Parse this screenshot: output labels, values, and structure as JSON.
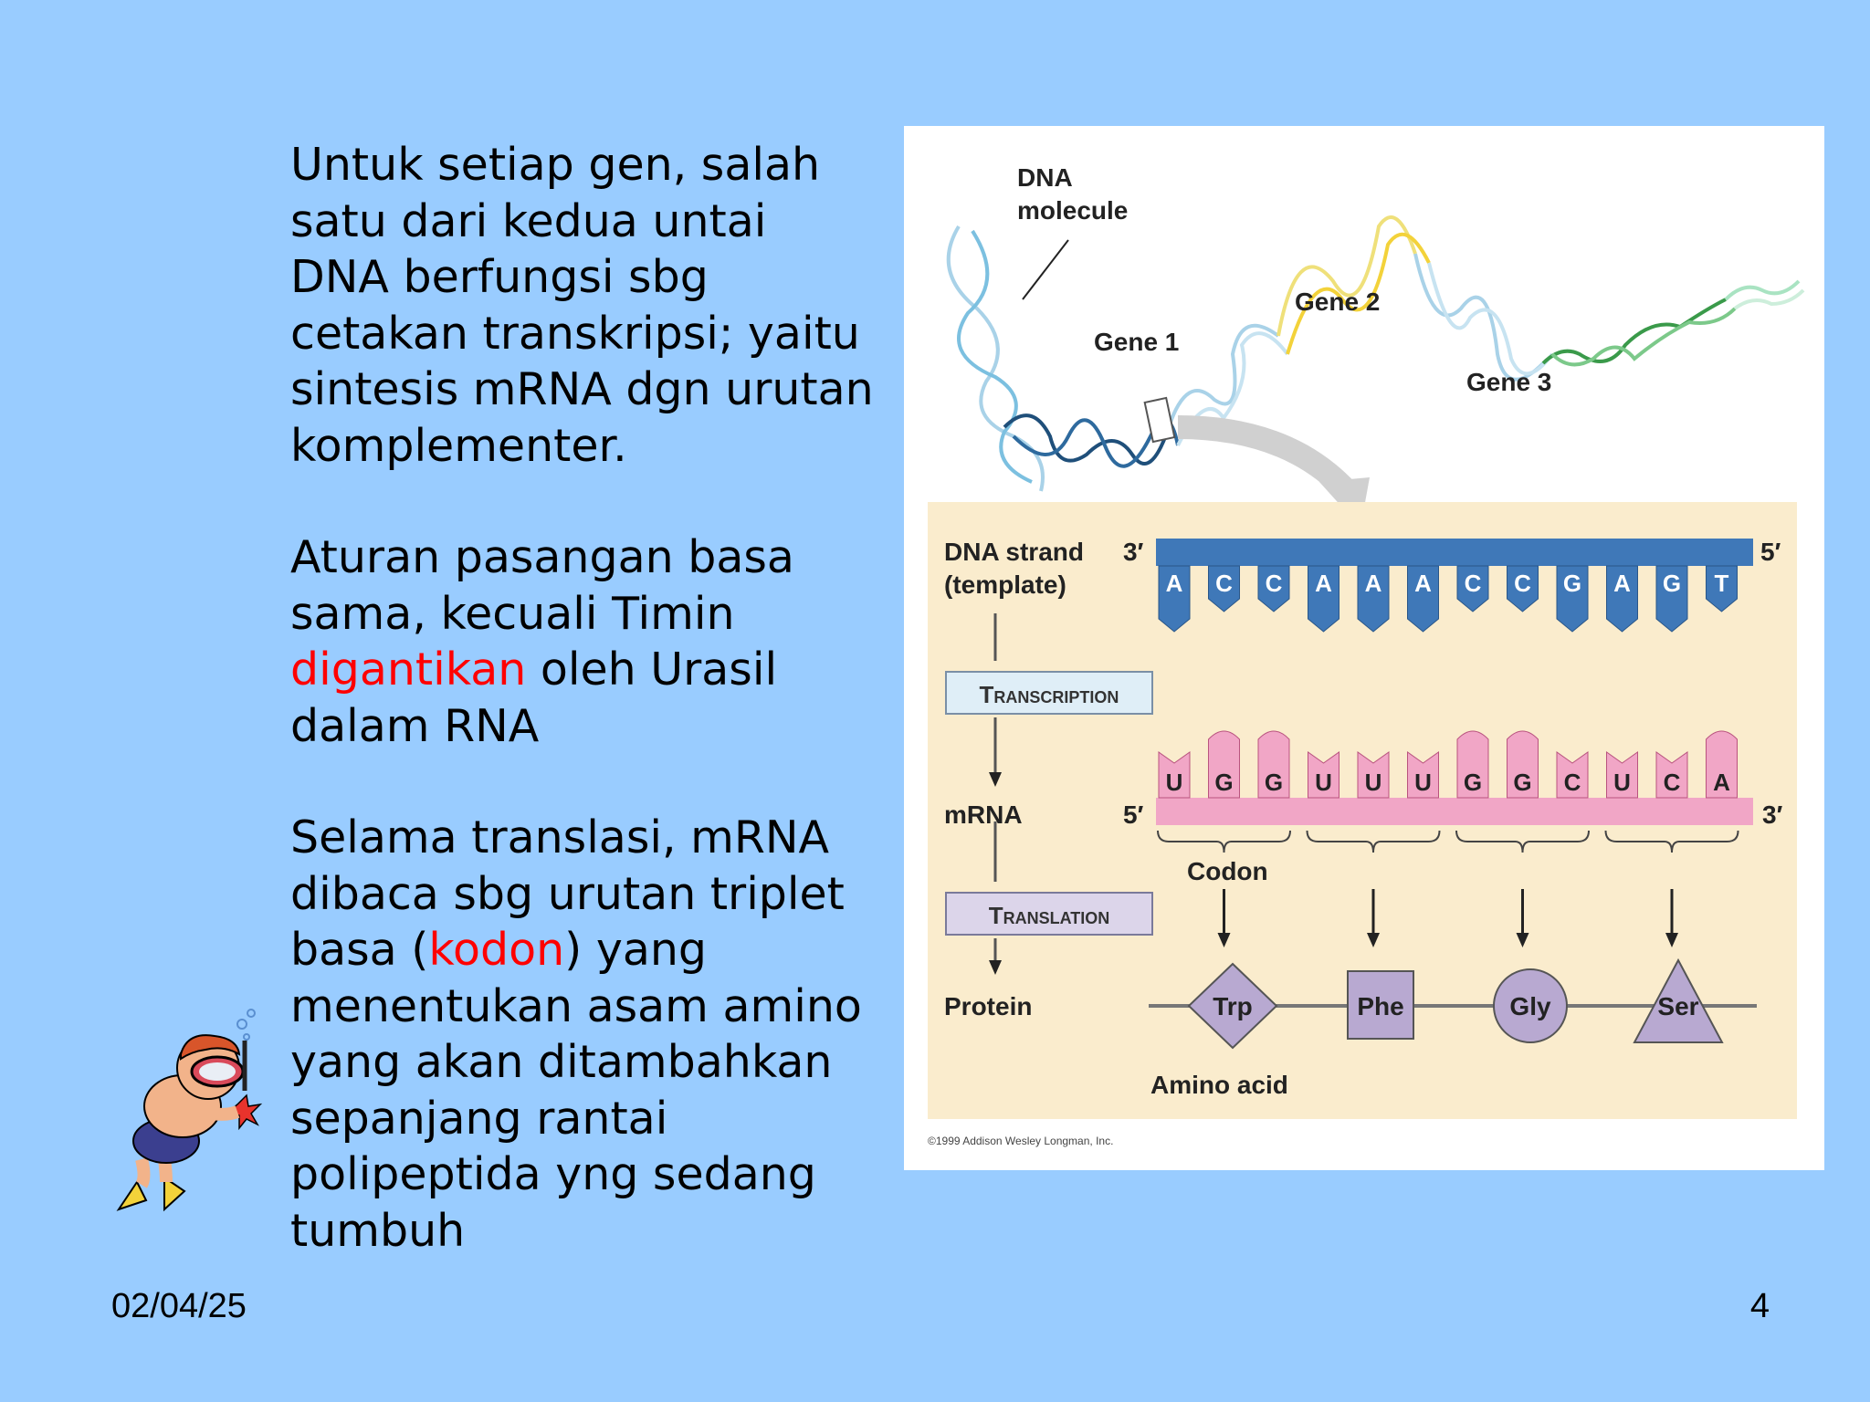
{
  "text": {
    "p1": "Untuk setiap gen, salah satu dari kedua untai DNA berfungsi sbg cetakan transkripsi; yaitu sintesis mRNA dgn urutan komplementer.",
    "p2_a": "Aturan pasangan basa sama, kecuali  Timin ",
    "p2_red": "digantikan",
    "p2_b": " oleh Urasil dalam RNA",
    "p3_a": "Selama translasi, mRNA dibaca sbg urutan triplet basa (",
    "p3_red": "kodon",
    "p3_b": ") yang menentukan asam amino yang akan ditambahkan sepanjang rantai polipeptida yng sedang tumbuh"
  },
  "footer": {
    "date": "02/04/25",
    "page": "4"
  },
  "diagram": {
    "dna_molecule_line1": "DNA",
    "dna_molecule_line2": "molecule",
    "gene1": "Gene 1",
    "gene2": "Gene 2",
    "gene3": "Gene 3",
    "dna_strand_line1": "DNA strand",
    "dna_strand_line2": "(template)",
    "dna_3prime": "3′",
    "dna_5prime": "5′",
    "dna_bases": [
      "A",
      "C",
      "C",
      "A",
      "A",
      "A",
      "C",
      "C",
      "G",
      "A",
      "G",
      "T"
    ],
    "transcription": "Transcription",
    "mrna": "mRNA",
    "mrna_5prime": "5′",
    "mrna_3prime": "3′",
    "mrna_bases": [
      "U",
      "G",
      "G",
      "U",
      "U",
      "U",
      "G",
      "G",
      "C",
      "U",
      "C",
      "A"
    ],
    "codon": "Codon",
    "translation": "Translation",
    "protein": "Protein",
    "amino_acids": [
      "Trp",
      "Phe",
      "Gly",
      "Ser"
    ],
    "amino_acid_label": "Amino acid",
    "copyright": "©1999 Addison Wesley Longman, Inc.",
    "colors": {
      "dna_strand": "#3f78b8",
      "mrna": "#f1a6c6",
      "panel": "#faeccd",
      "amino": "#b8a9d1"
    }
  }
}
